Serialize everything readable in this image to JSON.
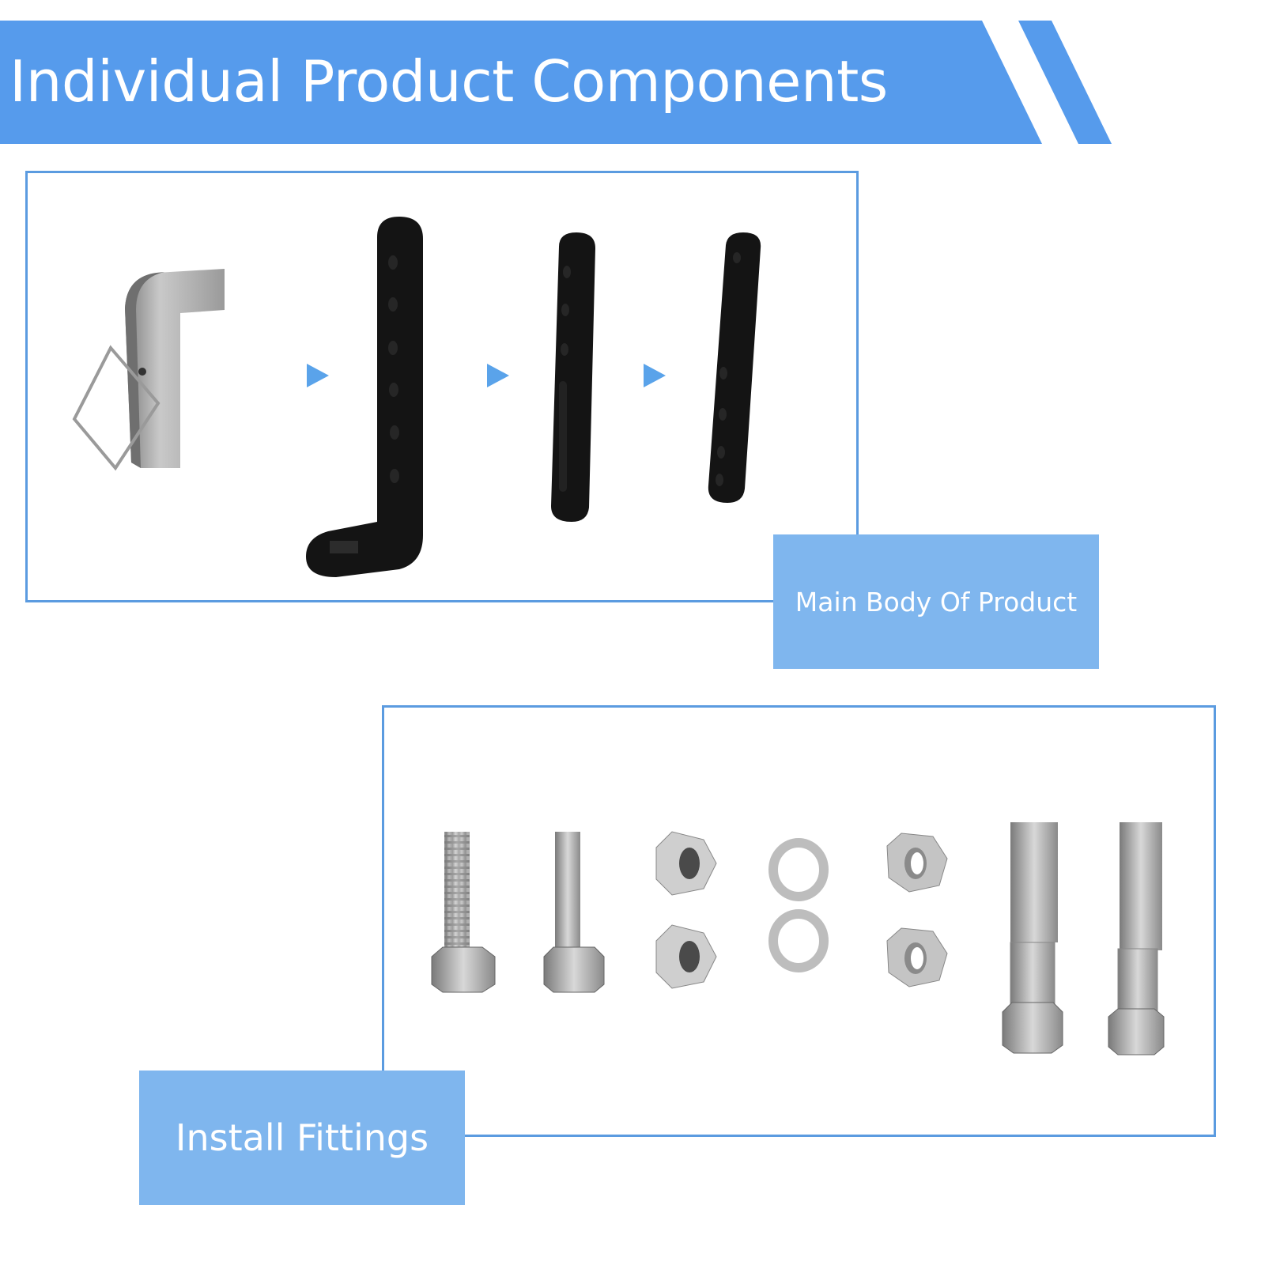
{
  "header": {
    "title": "Individual Product Components",
    "banner_color": "#569bec"
  },
  "sections": {
    "main_body": {
      "label": "Main Body Of Product",
      "label_color": "#7fb6ee",
      "frame_color": "#5b9be0",
      "parts": [
        {
          "name": "silver-l-pin-with-wire-clip",
          "color": "#b8b8b8"
        },
        {
          "name": "black-l-bracket-with-square-hole",
          "holes": 6,
          "color": "#111111"
        },
        {
          "name": "black-slotted-bar",
          "holes": 3,
          "color": "#111111"
        },
        {
          "name": "black-straight-bar",
          "holes": 5,
          "color": "#111111"
        }
      ],
      "arrows": 3,
      "arrow_color": "#5aa3ea"
    },
    "install_fittings": {
      "label": "Install Fittings",
      "label_color": "#7fb6ee",
      "frame_color": "#5b9be0",
      "parts": [
        {
          "name": "hex-bolt",
          "count": 2
        },
        {
          "name": "hex-nut",
          "count": 2
        },
        {
          "name": "flat-washer",
          "count": 2
        },
        {
          "name": "lock-nut",
          "count": 2
        },
        {
          "name": "shoulder-pin-bolt",
          "count": 2
        }
      ]
    }
  }
}
